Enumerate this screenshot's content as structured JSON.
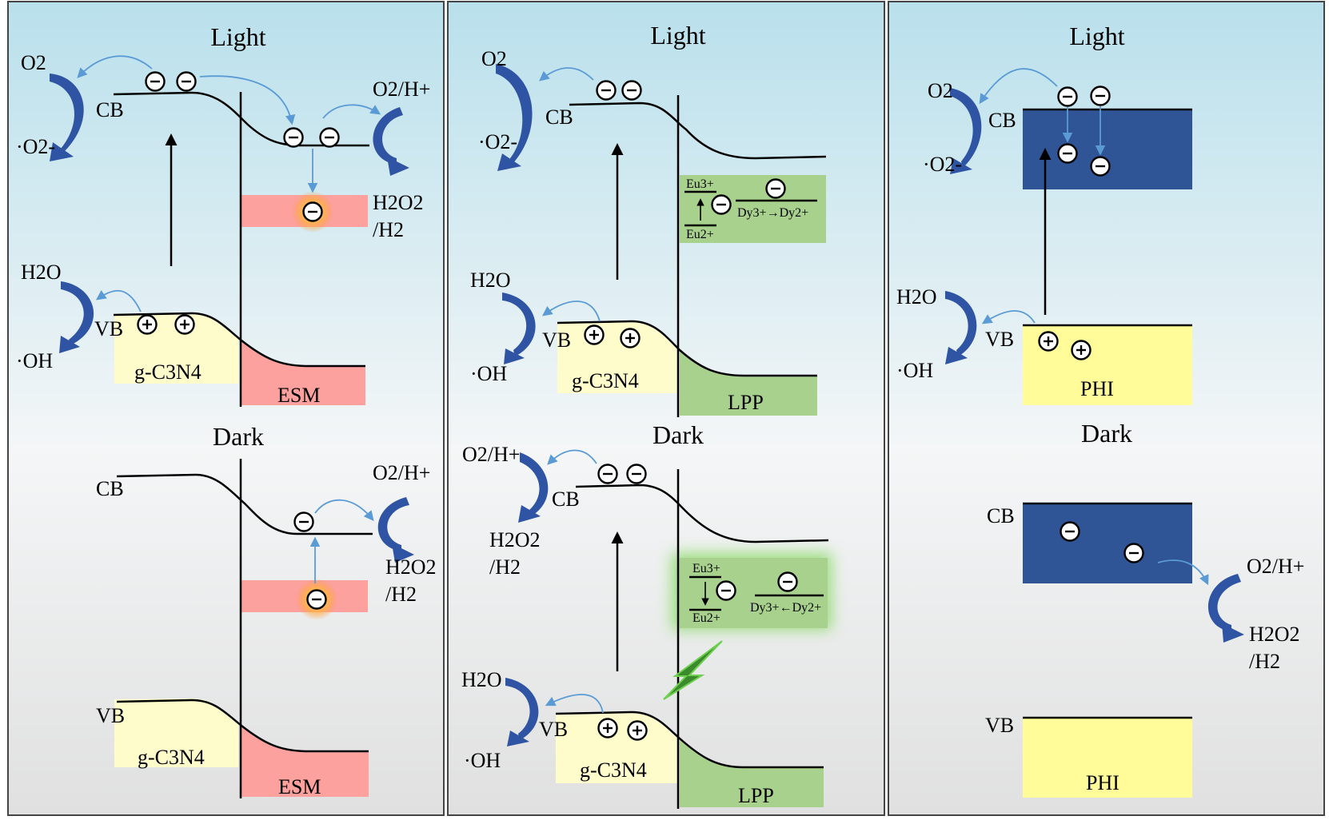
{
  "panels": {
    "esm": {
      "light_title": "Light",
      "dark_title": "Dark",
      "o2": "O2",
      "superoxide": "·O2-",
      "h2o": "H2O",
      "oh": "·OH",
      "cb": "CB",
      "vb": "VB",
      "o2h": "O2/H+",
      "h2o2": "H2O2",
      "h2": "/H2",
      "semiconductor": "g-C3N4",
      "material": "ESM"
    },
    "lpp": {
      "light_title": "Light",
      "dark_title": "Dark",
      "o2": "O2",
      "superoxide": "·O2-",
      "h2o": "H2O",
      "oh": "·OH",
      "cb": "CB",
      "vb": "VB",
      "o2h": "O2/H+",
      "h2o2": "H2O2",
      "h2": "/H2",
      "semiconductor": "g-C3N4",
      "material": "LPP",
      "eu3": "Eu3+",
      "eu2": "Eu2+",
      "dy_light": "Dy3+→Dy2+",
      "dy_dark": "Dy3+←Dy2+"
    },
    "phi": {
      "light_title": "Light",
      "dark_title": "Dark",
      "o2": "O2",
      "superoxide": "·O2-",
      "h2o": "H2O",
      "oh": "·OH",
      "cb": "CB",
      "vb": "VB",
      "o2h": "O2/H+",
      "h2o2": "H2O2",
      "h2": "/H2",
      "material": "PHI"
    }
  },
  "colors": {
    "bg_top": "#b9e0ec",
    "bg_bottom": "#e2e2e2",
    "semiconductor_fill": "#fffccc",
    "esm_fill": "#fca19d",
    "lpp_fill": "#a9d18e",
    "phi_cb_fill": "#2f5597",
    "phi_vb_fill": "#fffc99",
    "arrow_blue": "#2f54a4",
    "electron_arrow": "#5b9bd5"
  }
}
